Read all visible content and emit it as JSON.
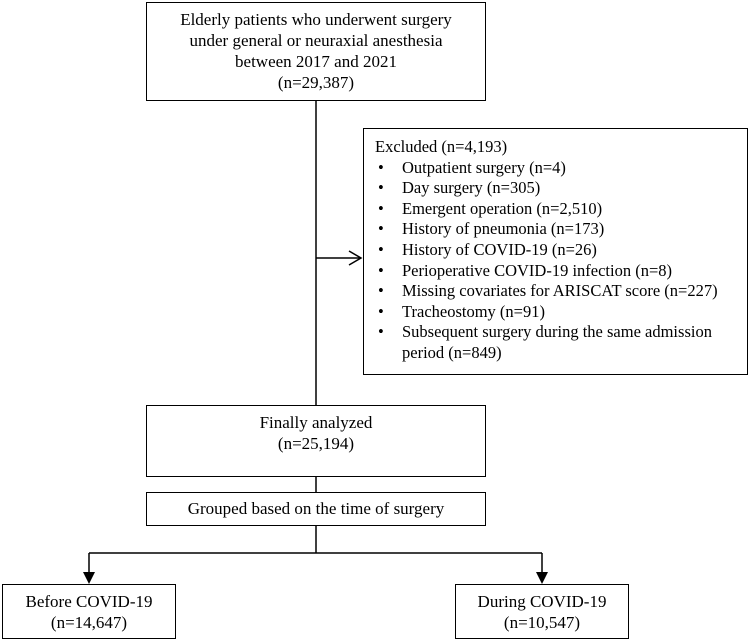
{
  "boxes": {
    "eligible": {
      "lines": [
        "Elderly patients who underwent surgery",
        "under general or neuraxial anesthesia",
        "between 2017 and 2021",
        "(n=29,387)"
      ]
    },
    "excluded": {
      "title": "Excluded (n=4,193)",
      "items": [
        "Outpatient surgery (n=4)",
        "Day surgery (n=305)",
        "Emergent operation (n=2,510)",
        "History of pneumonia (n=173)",
        "History of COVID-19 (n=26)",
        "Perioperative COVID-19 infection (n=8)",
        "Missing covariates for ARISCAT score (n=227)",
        "Tracheostomy (n=91)",
        "Subsequent surgery during the same admission period (n=849)"
      ]
    },
    "analyzed": {
      "lines": [
        "Finally analyzed",
        "(n=25,194)"
      ]
    },
    "grouped": {
      "lines": [
        "Grouped based on the time of surgery"
      ]
    },
    "before": {
      "lines": [
        "Before COVID-19",
        "(n=14,647)"
      ]
    },
    "during": {
      "lines": [
        "During COVID-19",
        "(n=10,547)"
      ]
    }
  },
  "bullet_char": "•",
  "colors": {
    "line": "#000000",
    "background": "#ffffff"
  }
}
